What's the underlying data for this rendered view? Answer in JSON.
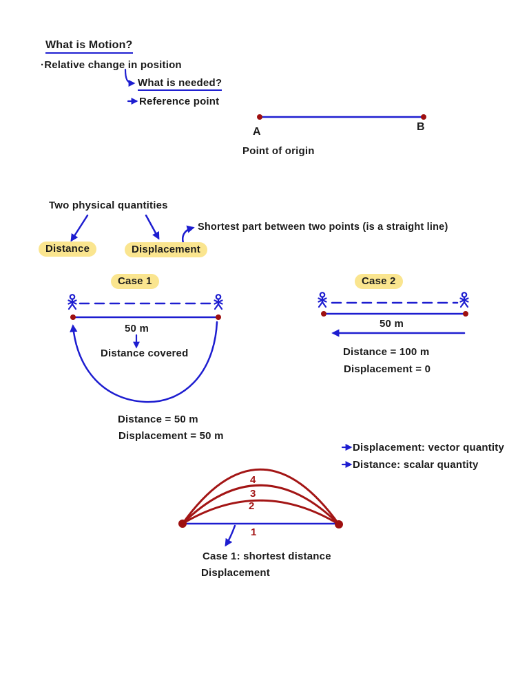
{
  "colors": {
    "ink_blue": "#1d1dd0",
    "ink_black": "#1b1b1b",
    "ink_red": "#a31515",
    "dot_red": "#9e1010",
    "highlight_yellow": "#fae58f",
    "page_bg": "#ffffff"
  },
  "intro": {
    "title": "What is Motion?",
    "definition": "·Relative change in position",
    "question": "What is needed?",
    "answer": "Reference point"
  },
  "origin_diagram": {
    "point_a": "A",
    "point_b": "B",
    "caption": "Point of origin"
  },
  "quantities": {
    "heading": "Two physical quantities",
    "distance_label": "Distance",
    "displacement_label": "Displacement",
    "displacement_note": "Shortest part between two points (is a straight line)"
  },
  "case1": {
    "title": "Case 1",
    "length_label": "50 m",
    "path_label": "Distance covered",
    "distance_result": "Distance = 50 m",
    "displacement_result": "Displacement = 50 m"
  },
  "case2": {
    "title": "Case 2",
    "length_label": "50 m",
    "distance_result": "Distance = 100 m",
    "displacement_result": "Displacement = 0"
  },
  "side_notes": [
    "Displacement: vector quantity",
    "Distance: scalar quantity"
  ],
  "paths_diagram": {
    "labels": [
      "4",
      "3",
      "2",
      "1"
    ],
    "caption_line1": "Case 1: shortest distance",
    "caption_line2": "Displacement"
  }
}
